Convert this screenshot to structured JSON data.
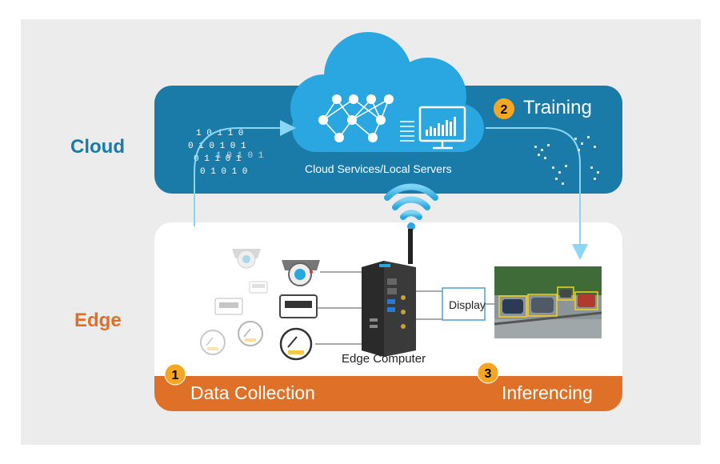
{
  "labels": {
    "cloud": "Cloud",
    "edge": "Edge",
    "cloud_services": "Cloud Services/Local Servers",
    "training": "Training",
    "data_collection": "Data Collection",
    "inferencing": "Inferencing",
    "edge_computer": "Edge Computer",
    "display": "Display"
  },
  "steps": [
    {
      "number": "1",
      "name": "Data Collection"
    },
    {
      "number": "2",
      "name": "Training"
    },
    {
      "number": "3",
      "name": "Inferencing"
    }
  ],
  "colors": {
    "cloud_band": "#1a7aa8",
    "cloud_shape": "#2aa7e0",
    "edge_band": "#df7027",
    "step_badge": "#f5a623",
    "cloud_text": "#1a7aa8",
    "edge_text": "#df7027",
    "background": "#ececec"
  },
  "icons": [
    "neural-network-icon",
    "monitor-chart-icon",
    "document-lines-icon",
    "binary-data-icon",
    "wifi-icon",
    "security-camera-icon",
    "panel-meter-icon",
    "gauge-icon",
    "edge-computer-device",
    "traffic-camera-image"
  ],
  "binary_text": [
    "1 0 1 1 0",
    "0 1 0 1 0 1",
    "0 1 1 0 1",
    "0 1 0 1 0",
    "1 0 1 0 1"
  ]
}
